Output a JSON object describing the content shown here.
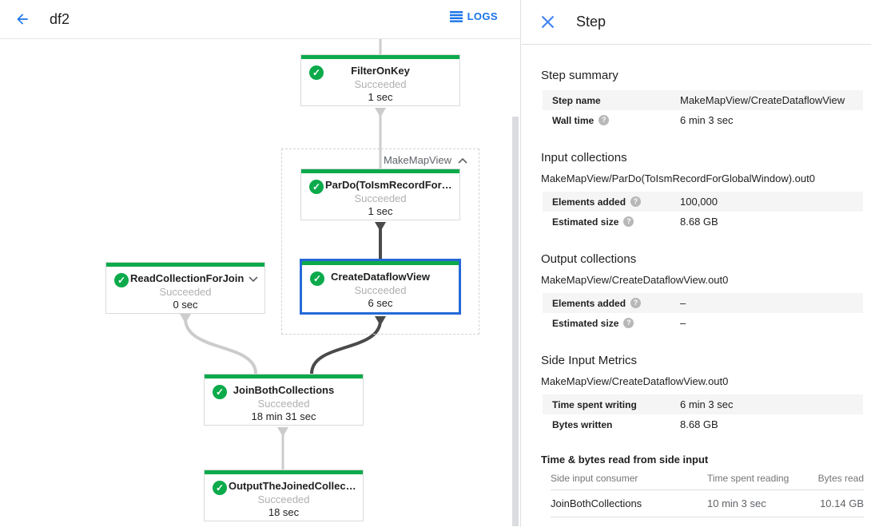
{
  "header": {
    "title": "df2",
    "logs_label": "LOGS"
  },
  "colors": {
    "success_green": "#0caa4b",
    "accent_blue": "#1a73e8",
    "selected_node_border": "#2569d8",
    "edge_light": "#cccccc",
    "edge_dark": "#4a4a4a",
    "row_stripe": "#f5f5f5"
  },
  "graph": {
    "group": {
      "label": "MakeMapView"
    },
    "nodes": [
      {
        "title": "FilterOnKey",
        "status": "Succeeded",
        "duration": "1 sec"
      },
      {
        "title": "ParDo(ToIsmRecordFor…",
        "status": "Succeeded",
        "duration": "1 sec"
      },
      {
        "title": "CreateDataflowView",
        "status": "Succeeded",
        "duration": "6 sec"
      },
      {
        "title": "ReadCollectionForJoin",
        "status": "Succeeded",
        "duration": "0 sec"
      },
      {
        "title": "JoinBothCollections",
        "status": "Succeeded",
        "duration": "18 min 31 sec"
      },
      {
        "title": "OutputTheJoinedCollec…",
        "status": "Succeeded",
        "duration": "18 sec"
      }
    ]
  },
  "panel": {
    "title": "Step",
    "step_summary": {
      "heading": "Step summary",
      "rows": [
        {
          "label": "Step name",
          "value": "MakeMapView/CreateDataflowView"
        },
        {
          "label": "Wall time",
          "value": "6 min 3 sec"
        }
      ]
    },
    "input_collections": {
      "heading": "Input collections",
      "collection": "MakeMapView/ParDo(ToIsmRecordForGlobalWindow).out0",
      "rows": [
        {
          "label": "Elements added",
          "value": "100,000"
        },
        {
          "label": "Estimated size",
          "value": "8.68 GB"
        }
      ]
    },
    "output_collections": {
      "heading": "Output collections",
      "collection": "MakeMapView/CreateDataflowView.out0",
      "rows": [
        {
          "label": "Elements added",
          "value": "–"
        },
        {
          "label": "Estimated size",
          "value": "–"
        }
      ]
    },
    "side_input_metrics": {
      "heading": "Side Input Metrics",
      "collection": "MakeMapView/CreateDataflowView.out0",
      "rows": [
        {
          "label": "Time spent writing",
          "value": "6 min 3 sec"
        },
        {
          "label": "Bytes written",
          "value": "8.68 GB"
        }
      ]
    },
    "side_input_table": {
      "heading": "Time & bytes read from side input",
      "columns": [
        "Side input consumer",
        "Time spent reading",
        "Bytes read"
      ],
      "rows": [
        {
          "consumer": "JoinBothCollections",
          "time": "10 min 3 sec",
          "bytes": "10.14 GB"
        }
      ]
    }
  }
}
